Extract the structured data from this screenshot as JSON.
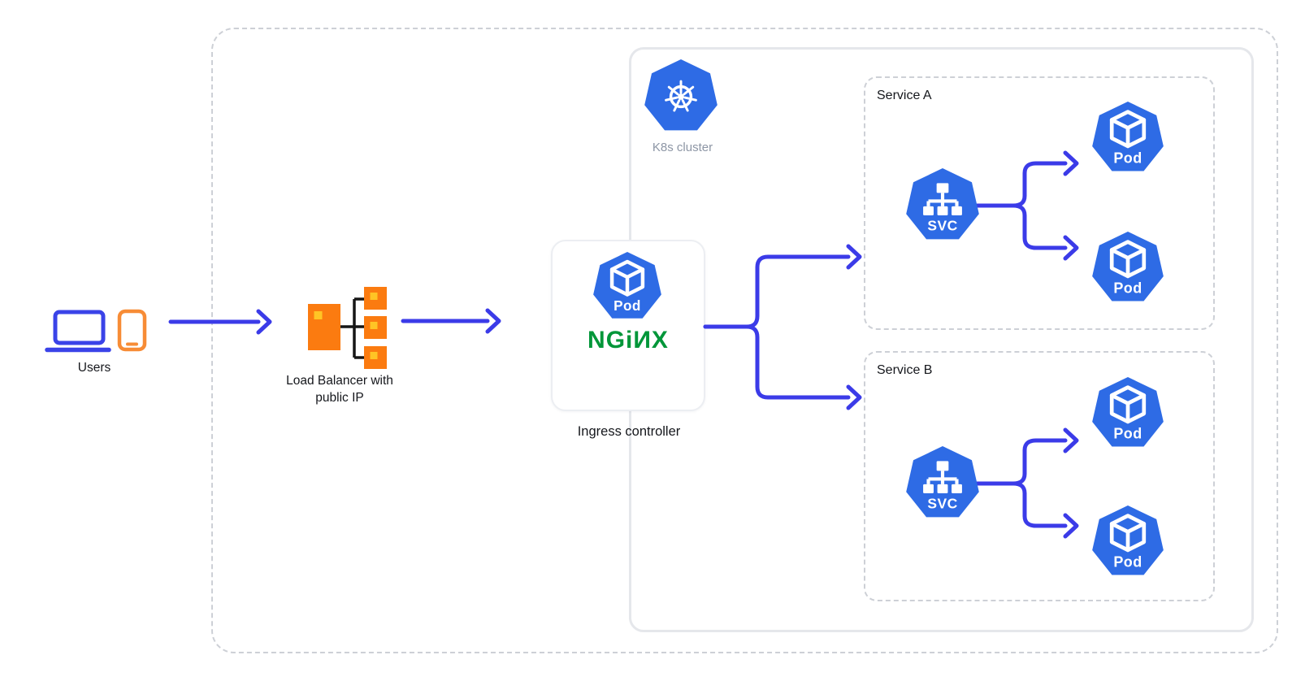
{
  "diagram": {
    "users": {
      "label": "Users"
    },
    "load_balancer": {
      "label_line1": "Load Balancer with",
      "label_line2": "public IP"
    },
    "ingress": {
      "pod_badge": "Pod",
      "logo_text": "NGiИX",
      "label": "Ingress controller"
    },
    "cluster": {
      "label": "K8s cluster"
    },
    "services": [
      {
        "title": "Service A",
        "svc_label": "SVC",
        "pods": [
          "Pod",
          "Pod"
        ]
      },
      {
        "title": "Service B",
        "svc_label": "SVC",
        "pods": [
          "Pod",
          "Pod"
        ]
      }
    ],
    "icons": [
      "laptop-icon",
      "smartphone-icon",
      "load-balancer-icon",
      "kubernetes-helm-icon",
      "kubernetes-pod-cube-icon",
      "kubernetes-service-tree-icon",
      "arrow-icon"
    ],
    "colors": {
      "connector_blue": "#3b3be8",
      "kubernetes_blue": "#2e6be5",
      "nginx_green": "#009639",
      "load_balancer_orange": "#fb7b10",
      "device_orange": "#f78c36",
      "accent_yellow": "#ffc425",
      "text": "#15171c",
      "muted_label": "#8d96a5",
      "dashed_border": "#cdd0d6",
      "cluster_border": "#e5e7eb"
    }
  }
}
